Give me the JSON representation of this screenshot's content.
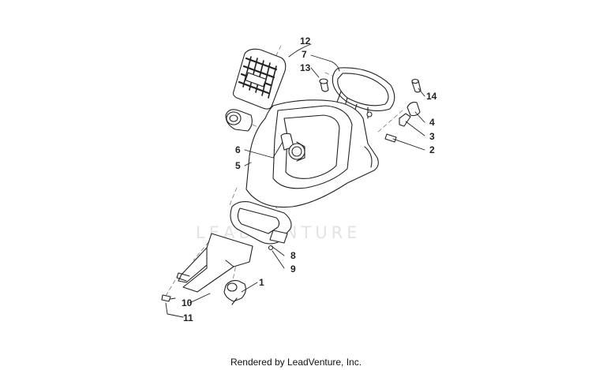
{
  "watermark": "LEADVENTURE",
  "footer": "Rendered by LeadVenture, Inc.",
  "callouts": [
    "12",
    "7",
    "13",
    "14",
    "4",
    "3",
    "2",
    "6",
    "5",
    "8",
    "9",
    "1",
    "10",
    "11"
  ],
  "colors": {
    "line": "#222222",
    "watermark": "#e3e3e3",
    "background": "#ffffff"
  }
}
